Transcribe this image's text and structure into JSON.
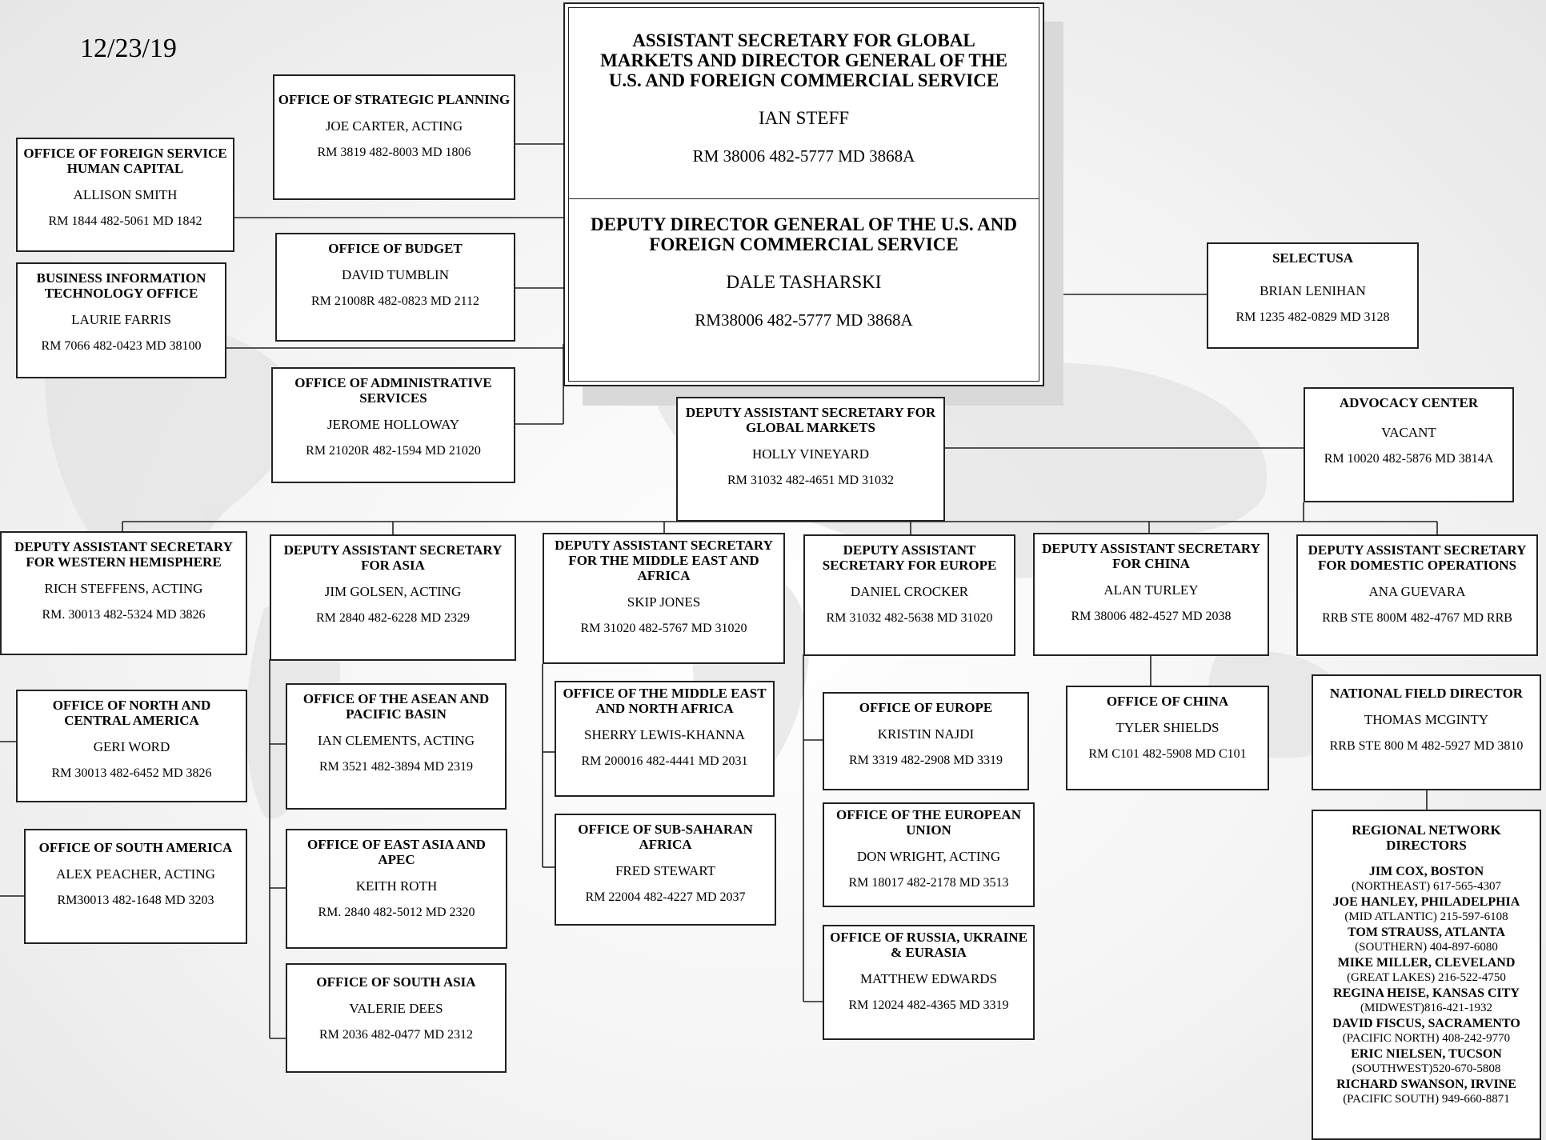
{
  "date": "12/23/19",
  "top": {
    "title": "ASSISTANT SECRETARY FOR GLOBAL MARKETS AND DIRECTOR GENERAL OF THE U.S. AND FOREIGN COMMERCIAL SERVICE",
    "name": "IAN STEFF",
    "room": "RM 38006 482-5777 MD 3868A",
    "deputy_title": "DEPUTY DIRECTOR GENERAL OF THE U.S. AND FOREIGN COMMERCIAL SERVICE",
    "deputy_name": "DALE TASHARSKI",
    "deputy_room": "RM38006 482-5777 MD 3868A"
  },
  "boxes": {
    "strategic": {
      "title": "OFFICE OF STRATEGIC PLANNING",
      "name": "JOE CARTER, ACTING",
      "room": "RM  3819    482-8003 MD 1806"
    },
    "foreign_service": {
      "title": "OFFICE OF FOREIGN SERVICE HUMAN CAPITAL",
      "name": "ALLISON SMITH",
      "room": "RM 1844 482-5061 MD 1842"
    },
    "bito": {
      "title": "BUSINESS INFORMATION TECHNOLOGY OFFICE",
      "name": "LAURIE FARRIS",
      "room": "RM 7066 482-0423 MD 38100"
    },
    "budget": {
      "title": "OFFICE OF BUDGET",
      "name": "DAVID TUMBLIN",
      "room": "RM 21008R 482-0823 MD 2112"
    },
    "admin": {
      "title": "OFFICE OF ADMINISTRATIVE SERVICES",
      "name": "JEROME HOLLOWAY",
      "room": "RM 21020R 482-1594 MD 21020"
    },
    "selectusa": {
      "title": "SELECTUSA",
      "name": "BRIAN LENIHAN",
      "room": "RM 1235  482-0829 MD 3128"
    },
    "advocacy": {
      "title": "ADVOCACY CENTER",
      "name": "VACANT",
      "room": "RM 10020 482-5876 MD 3814A"
    },
    "das_gm": {
      "title": "DEPUTY ASSISTANT SECRETARY FOR GLOBAL MARKETS",
      "name": "HOLLY VINEYARD",
      "room": "RM 31032  482-4651  MD 31032"
    },
    "das_wh": {
      "title": "DEPUTY ASSISTANT SECRETARY FOR WESTERN HEMISPHERE",
      "name": "RICH STEFFENS, ACTING",
      "room": "RM. 30013  482-5324  MD 3826"
    },
    "das_asia": {
      "title": "DEPUTY ASSISTANT SECRETARY FOR ASIA",
      "name": "JIM GOLSEN, ACTING",
      "room": "RM 2840   482-6228  MD 2329"
    },
    "das_me": {
      "title": "DEPUTY ASSISTANT SECRETARY FOR THE MIDDLE EAST AND AFRICA",
      "name": "SKIP JONES",
      "room": "RM 31020  482-5767 MD 31020"
    },
    "das_eu": {
      "title": "DEPUTY ASSISTANT SECRETARY FOR EUROPE",
      "name": "DANIEL CROCKER",
      "room": "RM 31032  482-5638 MD 31020"
    },
    "das_china": {
      "title": "DEPUTY ASSISTANT SECRETARY FOR CHINA",
      "name": "ALAN TURLEY",
      "room": "RM 38006 482-4527  MD 2038"
    },
    "das_dom": {
      "title": "DEPUTY ASSISTANT SECRETARY FOR DOMESTIC OPERATIONS",
      "name": "ANA GUEVARA",
      "room": "RRB STE 800M 482-4767 MD RRB"
    },
    "nca": {
      "title": "OFFICE OF NORTH AND CENTRAL AMERICA",
      "name": "GERI WORD",
      "room": "RM 30013  482-6452  MD 3826"
    },
    "sa": {
      "title": "OFFICE OF SOUTH AMERICA",
      "name": "ALEX PEACHER, ACTING",
      "room": "RM30013  482-1648  MD 3203"
    },
    "asean": {
      "title": "OFFICE OF THE ASEAN AND PACIFIC BASIN",
      "name": "IAN CLEMENTS, ACTING",
      "room": "RM 3521 482-3894   MD 2319"
    },
    "apec": {
      "title": "OFFICE OF EAST ASIA AND APEC",
      "name": "KEITH ROTH",
      "room": "RM. 2840 482-5012  MD 2320"
    },
    "south_asia": {
      "title": "OFFICE OF SOUTH ASIA",
      "name": "VALERIE DEES",
      "room": "RM 2036 482-0477   MD 2312"
    },
    "mena": {
      "title": "OFFICE OF THE MIDDLE EAST AND NORTH AFRICA",
      "name": "SHERRY LEWIS-KHANNA",
      "room": "RM 200016 482-4441    MD 2031"
    },
    "ssa": {
      "title": "OFFICE OF SUB-SAHARAN AFRICA",
      "name": "FRED STEWART",
      "room": "RM 22004 482-4227    MD 2037"
    },
    "europe": {
      "title": "OFFICE OF EUROPE",
      "name": "KRISTIN NAJDI",
      "room": "RM 3319  482-2908    MD 3319"
    },
    "eu": {
      "title": "OFFICE OF THE EUROPEAN UNION",
      "name": "DON WRIGHT, ACTING",
      "room": "RM 18017  482-2178    MD 3513"
    },
    "russia": {
      "title": "OFFICE OF RUSSIA, UKRAINE & EURASIA",
      "name": "MATTHEW EDWARDS",
      "room": "RM 12024  482-4365    MD 3319"
    },
    "china": {
      "title": "OFFICE OF CHINA",
      "name": "TYLER SHIELDS",
      "room": "RM C101  482-5908  MD C101"
    },
    "nfd": {
      "title": "NATIONAL FIELD DIRECTOR",
      "name": "THOMAS MCGINTY",
      "room": "RRB STE 800 M 482-5927 MD 3810"
    }
  },
  "regional": {
    "title": "REGIONAL NETWORK DIRECTORS",
    "directors": [
      {
        "name": "JIM COX, BOSTON",
        "region": "(NORTHEAST) 617-565-4307"
      },
      {
        "name": "JOE HANLEY, PHILADELPHIA",
        "region": "(MID ATLANTIC) 215-597-6108"
      },
      {
        "name": "TOM STRAUSS, ATLANTA",
        "region": "(SOUTHERN) 404-897-6080"
      },
      {
        "name": "MIKE MILLER, CLEVELAND",
        "region": "(GREAT LAKES) 216-522-4750"
      },
      {
        "name": "REGINA HEISE, KANSAS CITY",
        "region": "(MIDWEST)816-421-1932"
      },
      {
        "name": "DAVID FISCUS, SACRAMENTO",
        "region": "(PACIFIC NORTH) 408-242-9770"
      },
      {
        "name": "ERIC NIELSEN, TUCSON",
        "region": "(SOUTHWEST)520-670-5808"
      },
      {
        "name": "RICHARD SWANSON, IRVINE",
        "region": "(PACIFIC SOUTH) 949-660-8871"
      }
    ]
  }
}
